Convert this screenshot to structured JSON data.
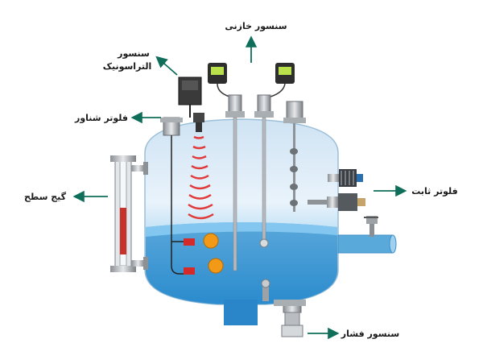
{
  "colors": {
    "arrow": "#0f6e5a",
    "water": "#2f8fcf",
    "tank_top": "#dcebf6",
    "float_orange": "#f29a18",
    "float_red": "#d42a2a",
    "radar_red": "#e13a3a"
  },
  "labels": {
    "capacitive_sensor": "سنسور خازنی",
    "ultrasonic_sensor_line1": "سنسور",
    "ultrasonic_sensor_line2": "التراسونیک",
    "floating_float": "فلوتر شناور",
    "level_gauge": "گیج سطح",
    "fixed_float": "فلوتر ثابت",
    "pressure_sensor": "سنسور فشار"
  }
}
